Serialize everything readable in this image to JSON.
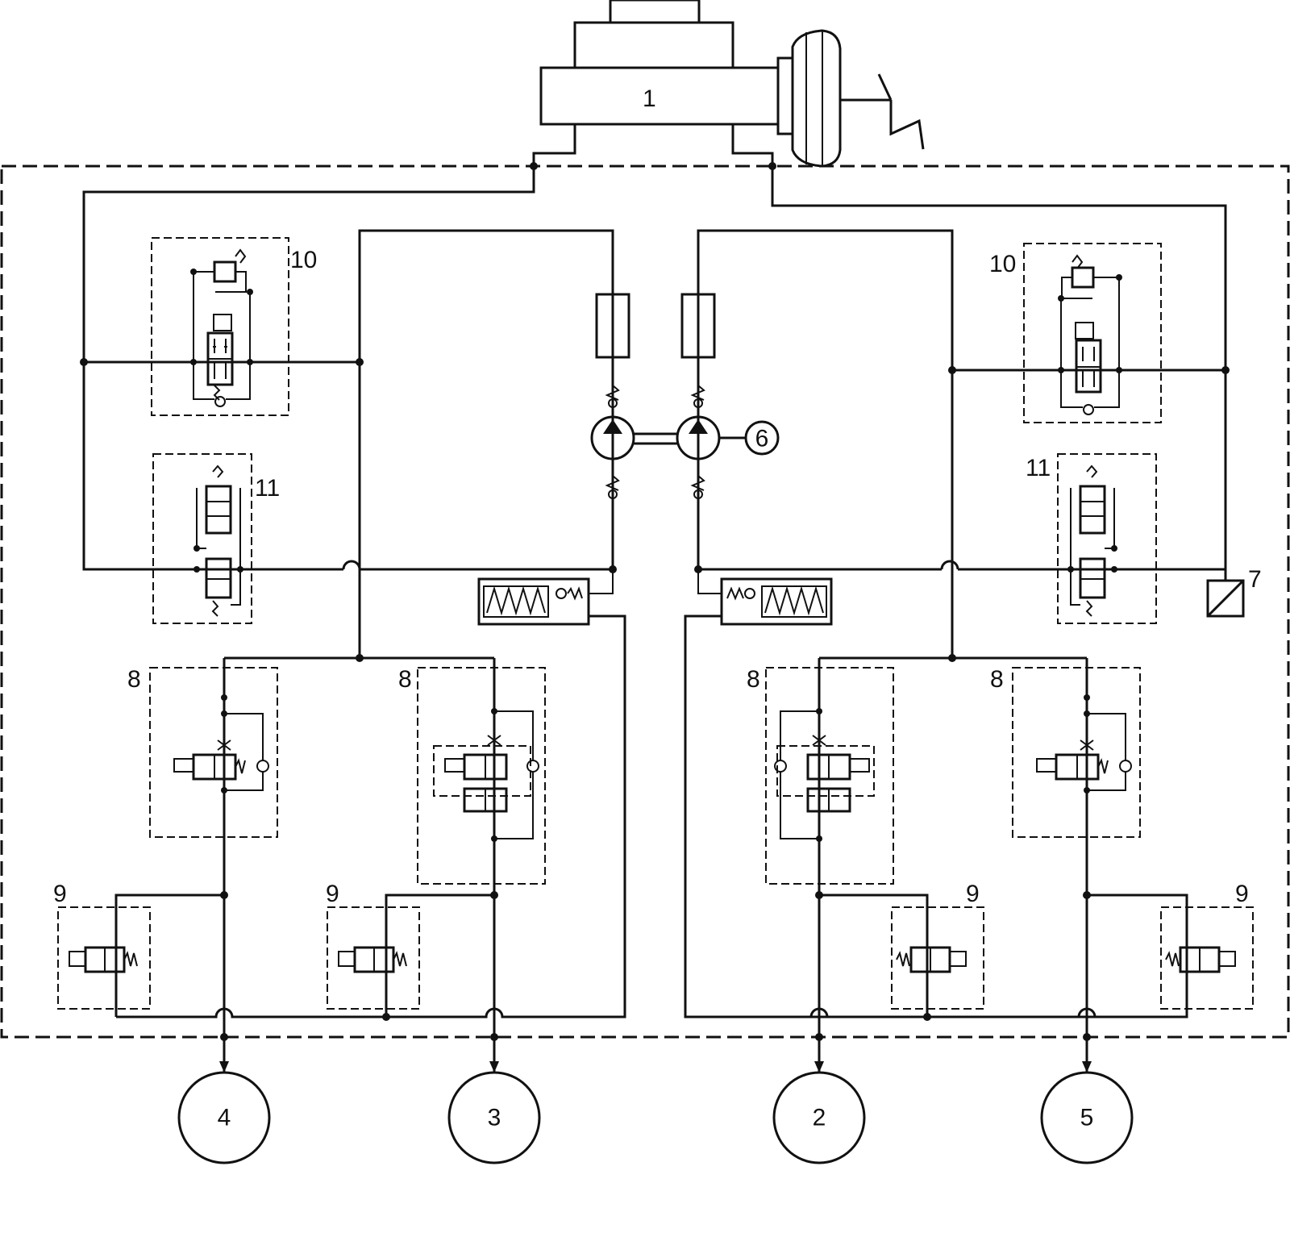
{
  "labels": {
    "master_cylinder": "1",
    "wheel_front_left": "4",
    "wheel_rear_left": "3",
    "wheel_rear_right": "2",
    "wheel_front_right": "5",
    "pump_motor": "6",
    "pressure_sensor": "7",
    "inlet_valve": "8",
    "outlet_valve": "9",
    "switch_valve": "10",
    "suction_valve": "11"
  }
}
